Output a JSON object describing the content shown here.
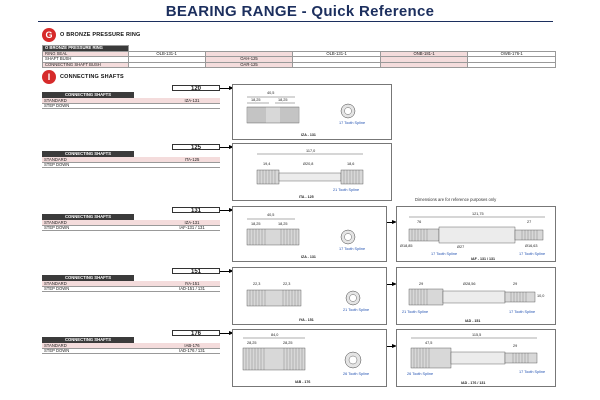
{
  "header": {
    "title": "BEARING RANGE - Quick Reference"
  },
  "section_g": {
    "badge": "G",
    "title": "O BRONZE PRESSURE RING",
    "table_header": "O BRONZE PRESSURE RING",
    "rows": [
      {
        "label": "RING SEAL",
        "v1": "OLB-131-1",
        "v2": "",
        "v3": "OLB-131-1",
        "v4": "ONB-181-1",
        "v5": "OWB-176-1"
      },
      {
        "label": "SHAFT BUSH",
        "v1": "",
        "v2": "OAH-125",
        "v3": "",
        "v4": "",
        "v5": ""
      },
      {
        "label": "CONNECTING SHAFT BUSH",
        "v1": "",
        "v2": "OAR-125",
        "v3": "",
        "v4": "",
        "v5": ""
      }
    ]
  },
  "section_i": {
    "badge": "I",
    "title": "CONNECTING SHAFTS"
  },
  "note": "Dimensions are for reference purposes only",
  "blocks": [
    {
      "num": "120",
      "head": "CONNECTING SHAFTS",
      "r1l": "STANDARD",
      "r1v": "IZA-131",
      "r2l": "STEP DOWN",
      "r2v": "",
      "dims": [
        "40,5",
        "18,25",
        "18,25"
      ],
      "spline": "17 Tooth Spline",
      "part": "IZA - 131"
    },
    {
      "num": "125",
      "head": "CONNECTING SHAFTS",
      "r1l": "STANDARD",
      "r1v": "ITA-125",
      "r2l": "STEP DOWN",
      "r2v": "",
      "dims": [
        "117,0",
        "19,4",
        "Ø20,8",
        "18,6"
      ],
      "spline": "21 Tooth Spline",
      "part": "ITA - 125"
    },
    {
      "num": "131",
      "head": "CONNECTING SHAFTS",
      "r1l": "STANDARD",
      "r1v": "IZA-131",
      "r2l": "STEP DOWN",
      "r2v": "IAF-131 / 131",
      "dims": [
        "40,5",
        "18,25",
        "18,25"
      ],
      "spline": "17 Tooth Spline",
      "part": "IZA - 131",
      "dims2": [
        "121,75",
        "76",
        "27",
        "Ø18,85",
        "Ø27",
        "Ø16,63"
      ],
      "spline2a": "17 Tooth Spline",
      "spline2b": "17 Tooth Spline",
      "part2": "IAF - 131 / 131"
    },
    {
      "num": "151",
      "head": "CONNECTING SHAFTS",
      "r1l": "STANDARD",
      "r1v": "IYA-151",
      "r2l": "STEP DOWN",
      "r2v": "IAD-151 / 131",
      "dims": [
        "22,3",
        "22,3"
      ],
      "spline": "21 Tooth Spline",
      "part": "IYA - 151",
      "dims2": [
        "29",
        "Ø28,56",
        "29",
        "10,0"
      ],
      "spline2a": "21 Tooth Spline",
      "spline2b": "17 Tooth Spline",
      "part2": "IAD - 151"
    },
    {
      "num": "176",
      "head": "CONNECTING SHAFTS",
      "r1l": "STANDARD",
      "r1v": "IAB-176",
      "r2l": "STEP DOWN",
      "r2v": "IAD-176 / 131",
      "dims": [
        "84,0",
        "28,25",
        "28,25"
      ],
      "spline": "26 Tooth Spline",
      "part": "IAB - 176",
      "dims2": [
        "115,5",
        "47,5",
        "29"
      ],
      "spline2a": "26 Tooth Spline",
      "spline2b": "17 Tooth Spline",
      "part2": "IAD - 176 / 131"
    }
  ]
}
